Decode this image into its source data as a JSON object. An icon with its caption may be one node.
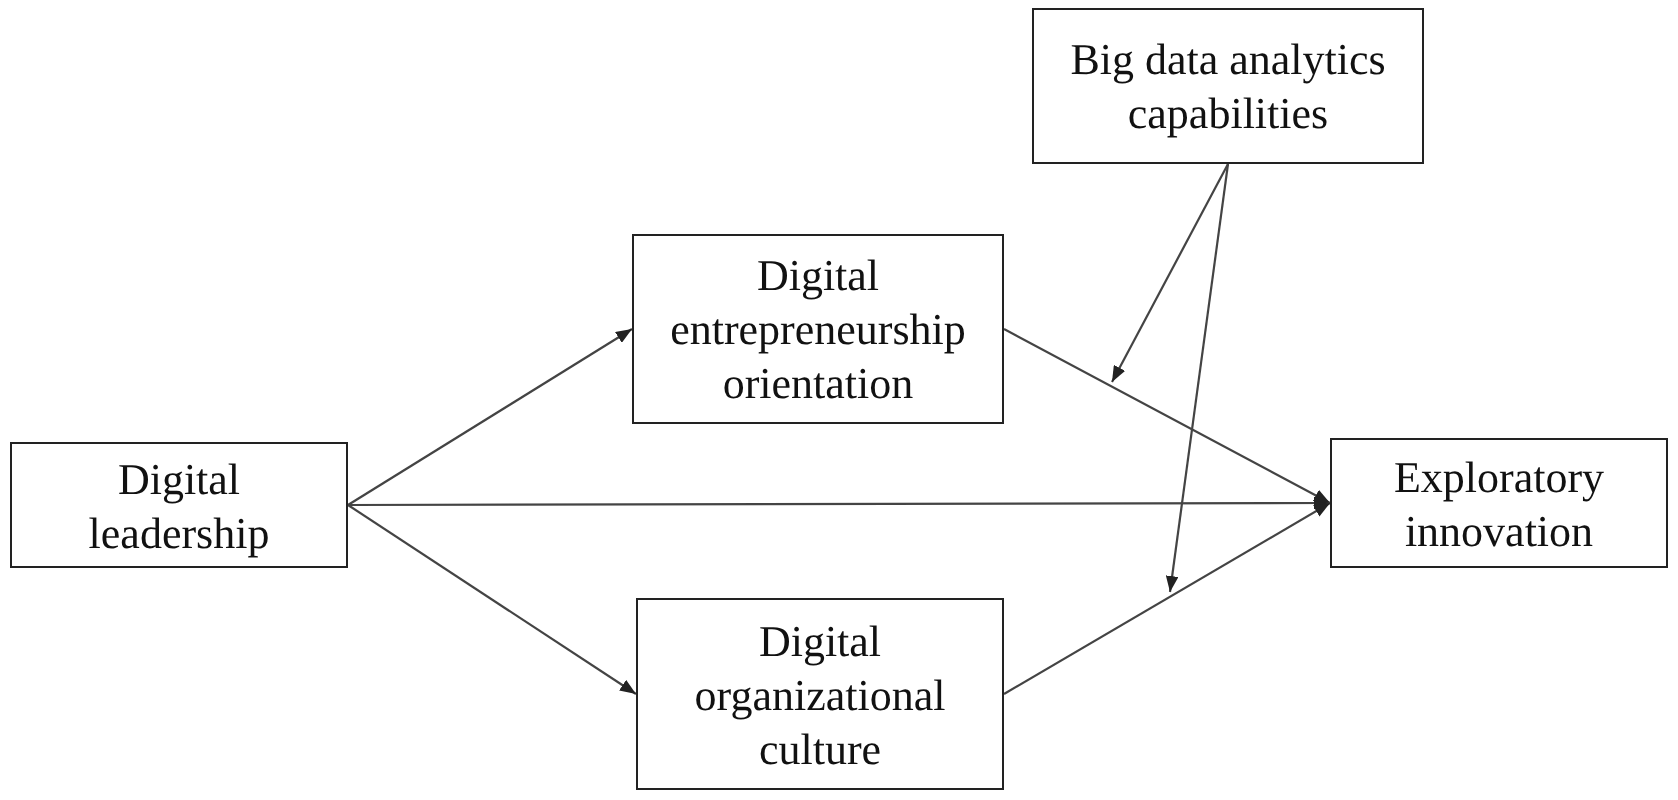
{
  "diagram": {
    "nodes": [
      {
        "text": [
          "Big data analytics capabilities"
        ]
      },
      {
        "text": [
          "Digital entrepreneurship orientation"
        ]
      },
      {
        "text": [
          "Digital leadership"
        ]
      },
      {
        "text": [
          "Exploratory innovation"
        ]
      },
      {
        "text": [
          "Digital organizational culture"
        ]
      }
    ],
    "edges": [
      {
        "from": 2,
        "to": 1,
        "arrow": "to"
      },
      {
        "from": 2,
        "to": 3,
        "arrow": "to"
      },
      {
        "from": 2,
        "to": 4,
        "arrow": "to"
      },
      {
        "from": 1,
        "to": 3,
        "arrow": "to"
      },
      {
        "from": 4,
        "to": 3,
        "arrow": "to"
      },
      {
        "from": 0,
        "to": null,
        "arrow": "to"
      },
      {
        "from": 0,
        "to": null,
        "arrow": "to"
      }
    ]
  }
}
